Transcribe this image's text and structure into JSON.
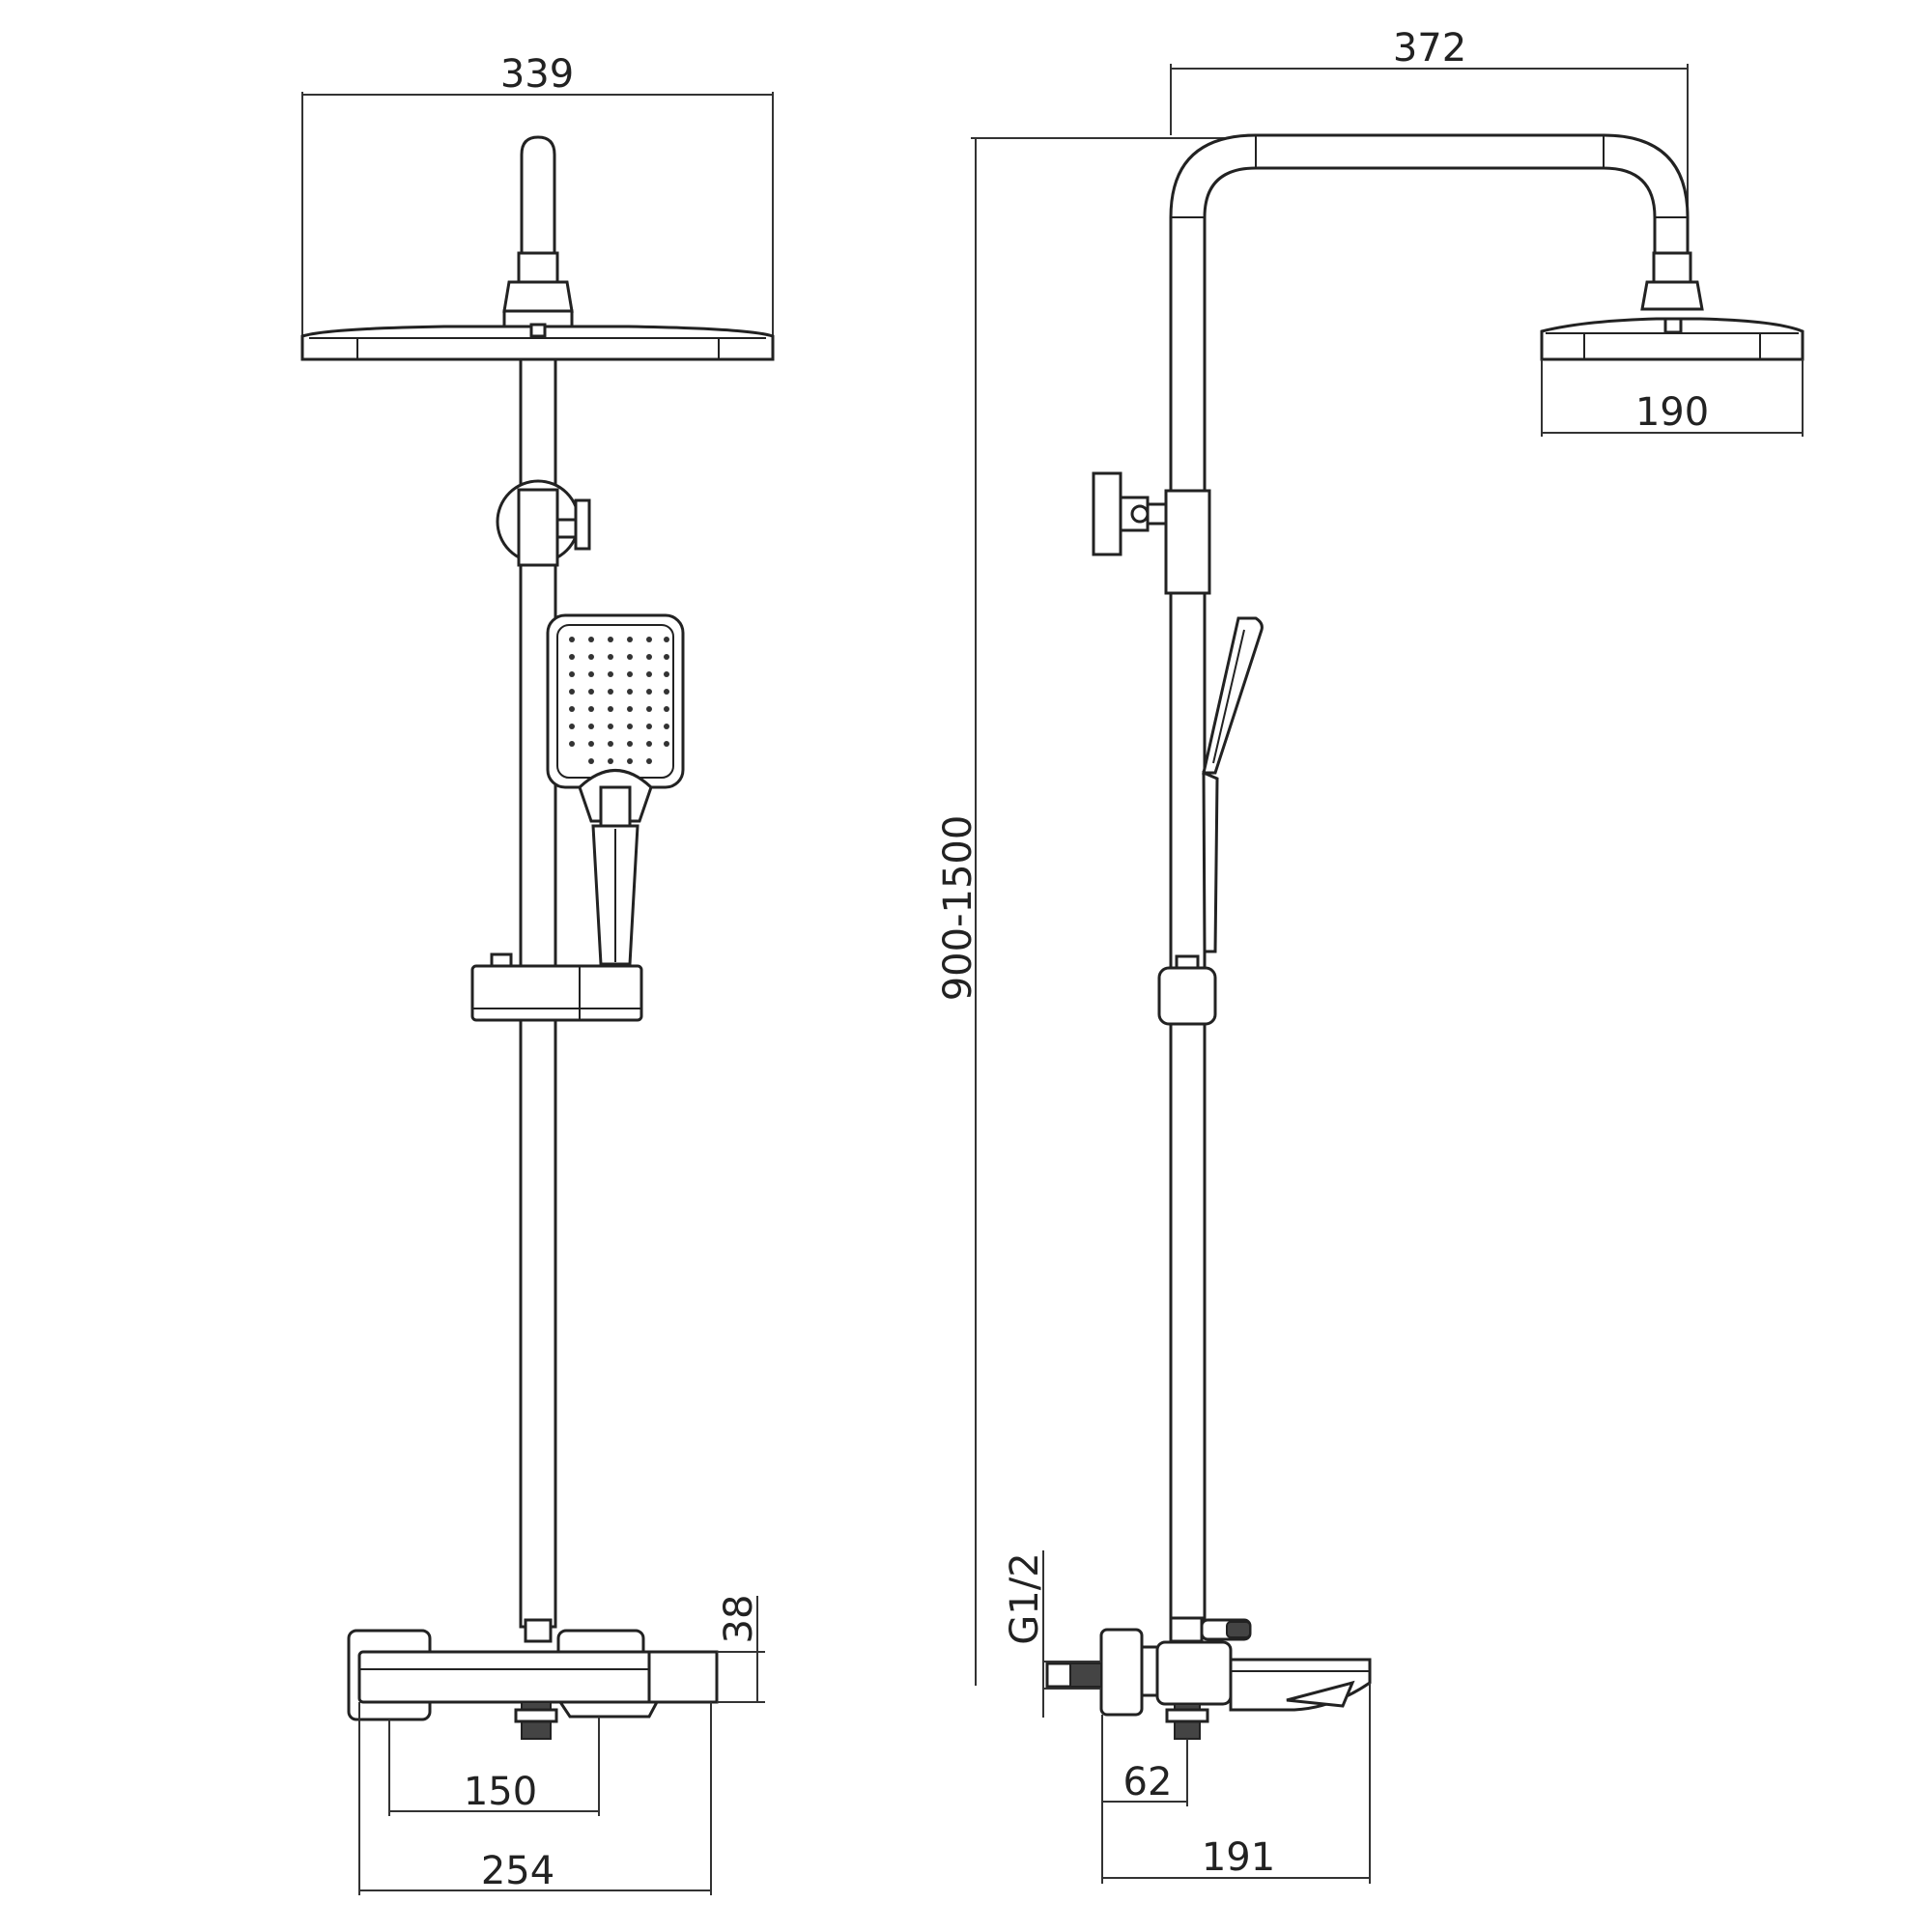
{
  "front_view": {
    "head_width": "339",
    "spout_to_outlet": "38",
    "outlet_spacing": "150",
    "mixer_width": "254"
  },
  "side_view": {
    "arm_reach": "372",
    "head_diameter": "190",
    "height_range": "900-1500",
    "thread": "G1/2",
    "wall_to_outlet": "62",
    "mixer_depth": "191"
  },
  "colors": {
    "line": "#222222",
    "background": "#ffffff"
  }
}
